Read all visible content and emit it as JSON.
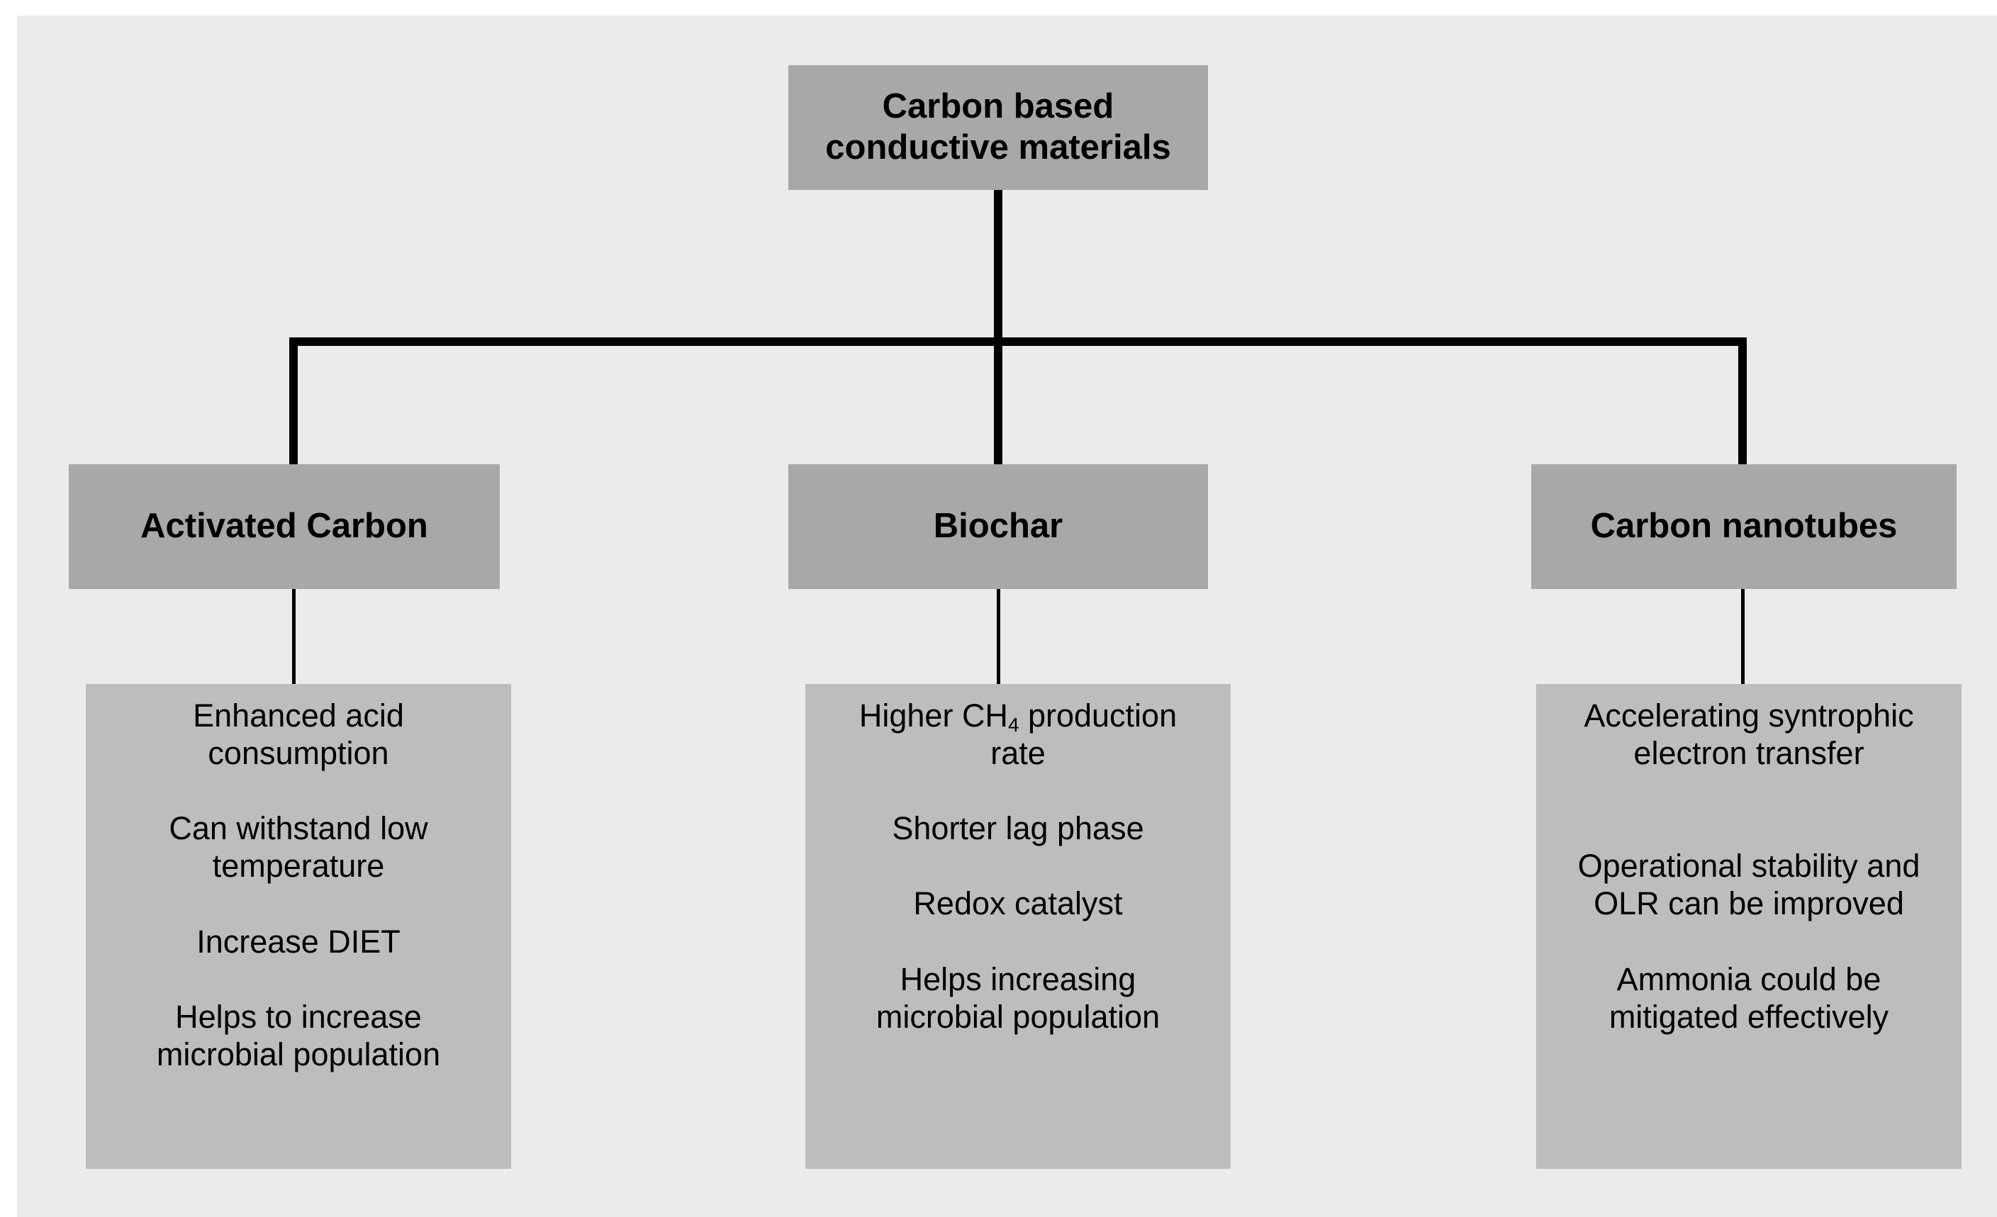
{
  "diagram": {
    "type": "hierarchy-tree",
    "root": {
      "label": "Carbon based conductive materials",
      "line1": "Carbon based",
      "line2": "conductive materials"
    },
    "branches": [
      {
        "id": "activated-carbon",
        "title": "Activated Carbon",
        "details": [
          "Enhanced acid consumption",
          "Can withstand low temperature",
          "Increase DIET",
          "Helps to increase microbial population"
        ],
        "detail_lines": [
          [
            "Enhanced acid",
            "consumption"
          ],
          [
            "Can withstand low",
            "temperature"
          ],
          [
            "Increase DIET"
          ],
          [
            "Helps to increase",
            "microbial population"
          ]
        ]
      },
      {
        "id": "biochar",
        "title": "Biochar",
        "details": [
          "Higher CH4 production rate",
          "Shorter lag phase",
          "Redox catalyst",
          "Helps increasing microbial population"
        ],
        "detail_lines": [
          [
            "Higher CH4 production",
            "rate"
          ],
          [
            "Shorter lag phase"
          ],
          [
            "Redox catalyst"
          ],
          [
            "Helps increasing",
            "microbial population"
          ]
        ]
      },
      {
        "id": "carbon-nanotubes",
        "title": "Carbon nanotubes",
        "details": [
          "Accelerating syntrophic electron transfer",
          "Operational stability and OLR can be improved",
          "Ammonia could be mitigated effectively"
        ],
        "detail_lines": [
          [
            "Accelerating syntrophic",
            "electron transfer"
          ],
          [
            "Operational stability and",
            "OLR can be improved"
          ],
          [
            "Ammonia could be",
            "mitigated effectively"
          ]
        ]
      }
    ]
  },
  "text": {
    "root_line1": "Carbon based",
    "root_line2": "conductive materials",
    "ac_title": "Activated Carbon",
    "bc_title": "Biochar",
    "cnt_title": "Carbon nanotubes",
    "ac_1a": "Enhanced acid",
    "ac_1b": "consumption",
    "ac_2a": "Can withstand low",
    "ac_2b": "temperature",
    "ac_3a": "Increase DIET",
    "ac_4a": "Helps to increase",
    "ac_4b": "microbial population",
    "bc_1a": "Higher CH",
    "bc_1sub": "4",
    "bc_1b": " production",
    "bc_1c": "rate",
    "bc_2a": "Shorter lag phase",
    "bc_3a": "Redox catalyst",
    "bc_4a": "Helps increasing",
    "bc_4b": "microbial population",
    "cnt_1a": "Accelerating syntrophic",
    "cnt_1b": "electron transfer",
    "cnt_2a": "Operational stability and",
    "cnt_2b": "OLR can be improved",
    "cnt_3a": "Ammonia could be",
    "cnt_3b": "mitigated effectively"
  },
  "colors": {
    "canvas": "#ebebeb",
    "node_header": "#a8a8a8",
    "node_detail": "#bdbdbd",
    "connector": "#000000",
    "text": "#000000"
  }
}
